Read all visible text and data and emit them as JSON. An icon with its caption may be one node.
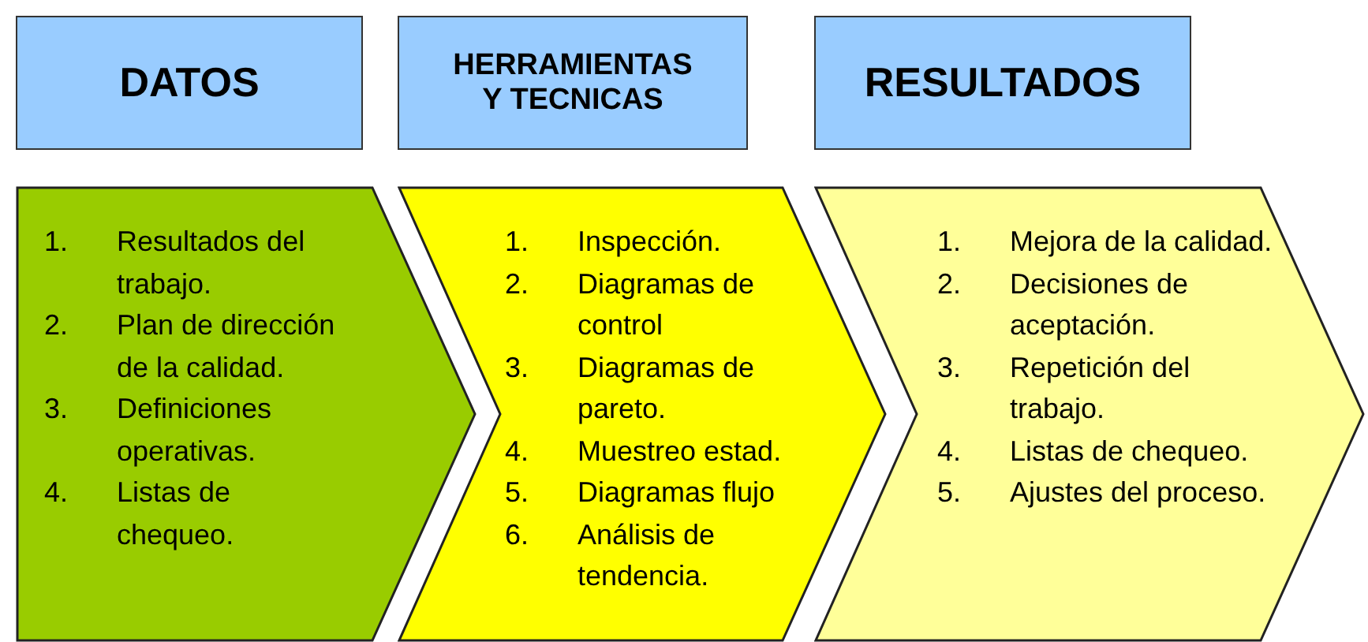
{
  "diagram": {
    "nodes": [
      {
        "text": [
          "DATOS"
        ]
      },
      {
        "text": [
          "HERRAMIENTAS Y TECNICAS"
        ]
      },
      {
        "text": [
          "RESULTADOS"
        ]
      },
      {
        "text": [
          "1. Resultados del trabajo.",
          "2. Plan de dirección de la calidad.",
          "3. Definiciones operativas.",
          "4. Listas de chequeo."
        ]
      },
      {
        "text": [
          "1. Inspección.",
          "2. Diagramas de control",
          "3. Diagramas de pareto.",
          "4. Muestreo estad.",
          "5. Diagramas flujo",
          "6. Análisis de tendencia."
        ]
      },
      {
        "text": [
          "1. Mejora de la calidad.",
          "2. Decisiones de aceptación.",
          "3. Repetición del trabajo.",
          "4. Listas de chequeo.",
          "5. Ajustes del proceso."
        ]
      }
    ]
  }
}
